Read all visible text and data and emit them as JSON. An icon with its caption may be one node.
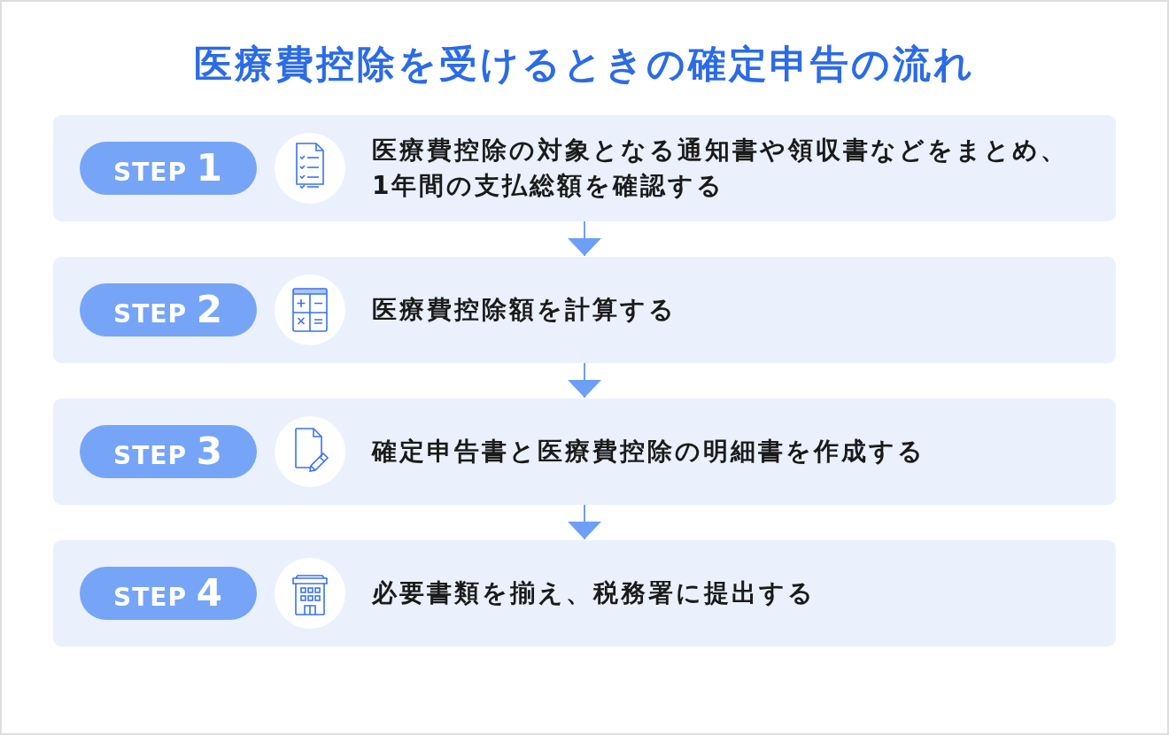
{
  "diagram": {
    "title": "医療費控除を受けるときの確定申告の流れ",
    "nodes": [
      {
        "text": [
          "医療費控除の対象となる通知書や領収書などをまとめ、1年間の支払総額を確認する"
        ]
      },
      {
        "text": [
          "STEP 1"
        ],
        "in": 0
      },
      {
        "text": [
          "医療費控除額を計算する"
        ]
      },
      {
        "text": [
          "STEP 2"
        ],
        "in": 2
      },
      {
        "text": [
          "確定申告書と医療費控除の明細書を作成する"
        ]
      },
      {
        "text": [
          "STEP 3"
        ],
        "in": 4
      },
      {
        "text": [
          "必要書類を揃え、税務署に提出する"
        ]
      },
      {
        "text": [
          "STEP 4"
        ],
        "in": 6
      }
    ],
    "edges": [
      {
        "from": 0,
        "to": 2,
        "arrow": "to"
      },
      {
        "from": 2,
        "to": 4,
        "arrow": "to"
      },
      {
        "from": 4,
        "to": 6,
        "arrow": "to"
      }
    ]
  }
}
